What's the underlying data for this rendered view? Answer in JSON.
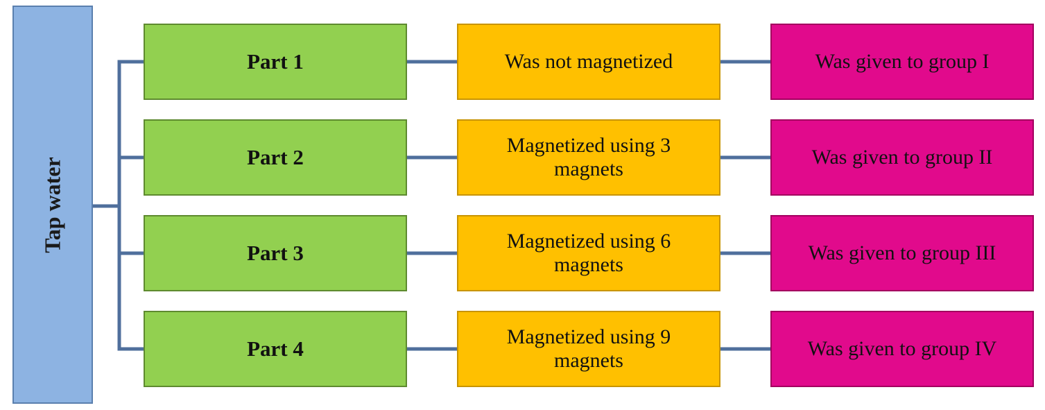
{
  "root": {
    "label": "Tap water"
  },
  "rows": [
    {
      "part": "Part 1",
      "treatment": "Was not magnetized",
      "group": "Was given to group I"
    },
    {
      "part": "Part 2",
      "treatment": "Magnetized using 3 magnets",
      "group": "Was given to group II"
    },
    {
      "part": "Part 3",
      "treatment": "Magnetized using 6 magnets",
      "group": "Was given to group III"
    },
    {
      "part": "Part 4",
      "treatment": "Magnetized using 9 magnets",
      "group": "Was given to group IV"
    }
  ],
  "colors": {
    "root_fill": "#8db3e2",
    "part_fill": "#92d050",
    "treatment_fill": "#ffc000",
    "group_fill": "#e10a8c",
    "connector": "#4f6f9c"
  }
}
